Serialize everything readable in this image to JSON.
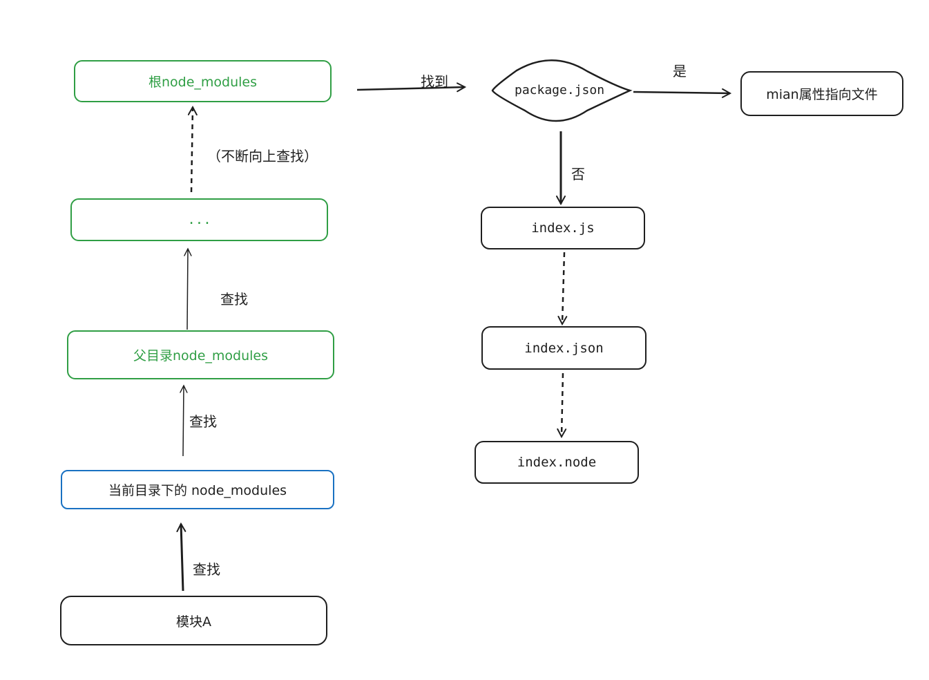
{
  "nodes": {
    "root_node_modules": "根node_modules",
    "ellipsis": "...",
    "parent_node_modules": "父目录node_modules",
    "current_node_modules": "当前目录下的 node_modules",
    "module_a": "模块A",
    "package_json": "package.json",
    "main_target": "mian属性指向文件",
    "index_js": "index.js",
    "index_json": "index.json",
    "index_node": "index.node"
  },
  "edges": {
    "search_1": "查找",
    "search_2": "查找",
    "search_3": "查找",
    "search_upward": "（不断向上查找）",
    "found": "找到",
    "yes": "是",
    "no": "否"
  },
  "colors": {
    "stroke": "#1e1e1e",
    "green": "#2f9e44",
    "blue": "#1971c2"
  }
}
